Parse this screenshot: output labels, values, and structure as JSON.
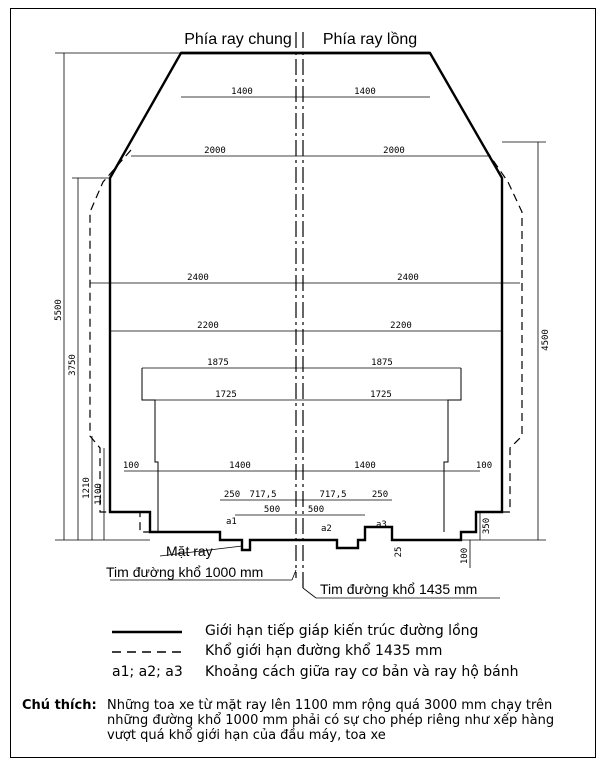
{
  "header": {
    "left": "Phía ray chung",
    "right": "Phía ray lồng"
  },
  "dims": {
    "w1400a": "1400",
    "w1400b": "1400",
    "w2000a": "2000",
    "w2000b": "2000",
    "w2400a": "2400",
    "w2400b": "2400",
    "w2200a": "2200",
    "w2200b": "2200",
    "w1875a": "1875",
    "w1875b": "1875",
    "w1725a": "1725",
    "w1725b": "1725",
    "w100a": "100",
    "w100b": "100",
    "w1400c": "1400",
    "w1400d": "1400",
    "w250a": "250",
    "w250b": "250",
    "w717a": "717,5",
    "w717b": "717,5",
    "w500a": "500",
    "w500b": "500",
    "h5500": "5500",
    "h3750": "3750",
    "h1210": "1210",
    "h1100": "1100",
    "h4500": "4500",
    "h350": "350",
    "h100": "100",
    "h25": "25",
    "a1": "a1",
    "a2": "a2",
    "a3": "a3"
  },
  "labels": {
    "mat_ray": "Mặt ray",
    "tim1000": "Tim đường khổ 1000 mm",
    "tim1435": "Tim đường khổ 1435 mm"
  },
  "legend": [
    {
      "symbol": "solid-line",
      "text": "Giới hạn tiếp giáp kiến trúc đường lồng"
    },
    {
      "symbol": "dashed-line",
      "text": "Khổ giới hạn đường khổ 1435 mm"
    },
    {
      "symbol": "a1; a2; a3",
      "text": "Khoảng cách giữa ray cơ bản và ray hộ bánh"
    }
  ],
  "note": {
    "title": "Chú thích:",
    "text": "Những toa xe từ mặt ray lên 1100 mm rộng quá 3000 mm chạy trên những đường khổ 1000 mm phải có sự cho phép riêng như xếp hàng vượt quá khổ giới hạn của đầu máy, toa xe"
  }
}
